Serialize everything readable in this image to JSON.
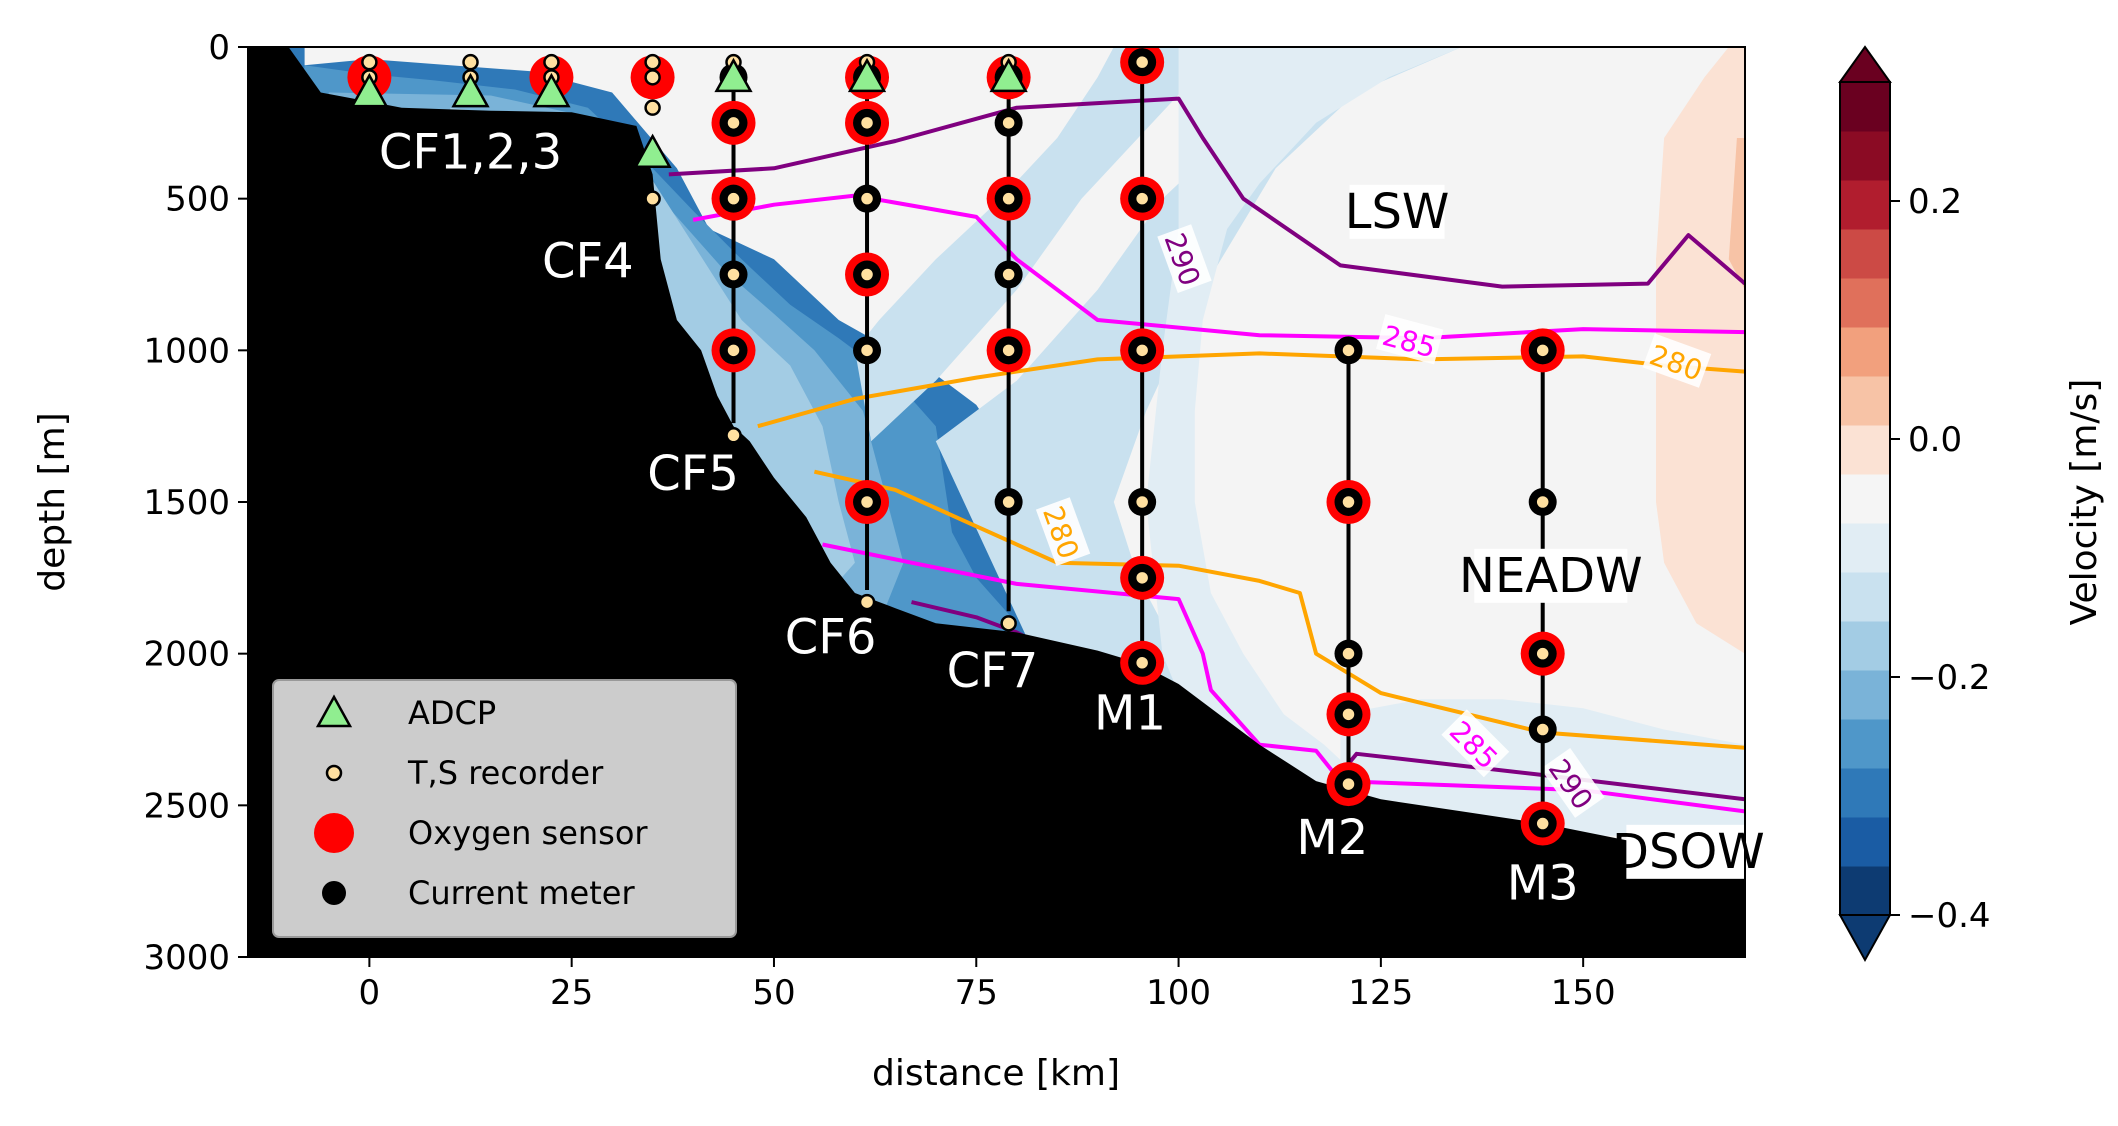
{
  "chart_data": {
    "type": "contour",
    "xlabel": "distance [km]",
    "ylabel": "depth [m]",
    "xlim": [
      -15,
      170
    ],
    "ylim": [
      3000,
      0
    ],
    "xticks": [
      0,
      25,
      50,
      75,
      100,
      125,
      150
    ],
    "yticks": [
      0,
      500,
      1000,
      1500,
      2000,
      2500,
      3000
    ],
    "colorbar": {
      "label": "Velocity [m/s]",
      "ticks": [
        0.2,
        0.0,
        -0.2,
        -0.4
      ],
      "tick_labels": [
        "0.2",
        "0.0",
        "−0.2",
        "−0.4"
      ],
      "range": [
        -0.4,
        0.3
      ],
      "colormap": "RdBu_r",
      "colors": [
        "#0d3b72",
        "#1a5ca4",
        "#2f79b8",
        "#4f97c9",
        "#7ab3d8",
        "#a3cce4",
        "#c9e1ef",
        "#e1edf4",
        "#f5f5f5",
        "#fbe2d4",
        "#f7c3a6",
        "#f2a07d",
        "#e0705b",
        "#cc4a45",
        "#b11d2e",
        "#8b0b24",
        "#6a0020"
      ]
    },
    "bathymetry": [
      [
        -15,
        0
      ],
      [
        -15,
        0
      ],
      [
        -10,
        0
      ],
      [
        -6,
        150
      ],
      [
        4,
        200
      ],
      [
        15,
        210
      ],
      [
        25,
        215
      ],
      [
        33,
        260
      ],
      [
        35,
        420
      ],
      [
        36,
        700
      ],
      [
        38,
        900
      ],
      [
        41,
        1000
      ],
      [
        43,
        1150
      ],
      [
        45,
        1250
      ],
      [
        47,
        1300
      ],
      [
        50,
        1420
      ],
      [
        54,
        1550
      ],
      [
        57,
        1700
      ],
      [
        60,
        1800
      ],
      [
        65,
        1850
      ],
      [
        70,
        1900
      ],
      [
        80,
        1930
      ],
      [
        90,
        1990
      ],
      [
        95,
        2030
      ],
      [
        100,
        2100
      ],
      [
        110,
        2300
      ],
      [
        117,
        2420
      ],
      [
        125,
        2480
      ],
      [
        135,
        2520
      ],
      [
        145,
        2560
      ],
      [
        160,
        2640
      ],
      [
        170,
        2650
      ]
    ],
    "isopycnals": [
      {
        "label": "290",
        "color": "#800080",
        "points": [
          [
            37,
            420
          ],
          [
            50,
            400
          ],
          [
            65,
            310
          ],
          [
            80,
            200
          ],
          [
            100,
            170
          ],
          [
            103,
            300
          ],
          [
            108,
            500
          ],
          [
            120,
            720
          ],
          [
            140,
            790
          ],
          [
            158,
            780
          ],
          [
            163,
            620
          ],
          [
            170,
            780
          ]
        ]
      },
      {
        "label": "285",
        "color": "#ff00ff",
        "points": [
          [
            40,
            570
          ],
          [
            50,
            520
          ],
          [
            60,
            490
          ],
          [
            75,
            560
          ],
          [
            80,
            700
          ],
          [
            90,
            900
          ],
          [
            110,
            950
          ],
          [
            130,
            960
          ],
          [
            150,
            930
          ],
          [
            170,
            940
          ]
        ]
      },
      {
        "label": "280",
        "color": "#ffa500",
        "points": [
          [
            48,
            1250
          ],
          [
            60,
            1160
          ],
          [
            75,
            1090
          ],
          [
            90,
            1030
          ],
          [
            110,
            1010
          ],
          [
            130,
            1030
          ],
          [
            150,
            1020
          ],
          [
            160,
            1050
          ],
          [
            170,
            1070
          ]
        ]
      },
      {
        "label": "280",
        "color": "#ffa500",
        "points": [
          [
            55,
            1400
          ],
          [
            65,
            1460
          ],
          [
            75,
            1580
          ],
          [
            85,
            1700
          ],
          [
            100,
            1710
          ],
          [
            110,
            1760
          ],
          [
            115,
            1800
          ],
          [
            117,
            2000
          ],
          [
            125,
            2130
          ],
          [
            145,
            2260
          ],
          [
            160,
            2290
          ],
          [
            170,
            2310
          ]
        ]
      },
      {
        "label": "285",
        "color": "#ff00ff",
        "points": [
          [
            56,
            1640
          ],
          [
            67,
            1700
          ],
          [
            80,
            1770
          ],
          [
            100,
            1820
          ],
          [
            103,
            2000
          ],
          [
            104,
            2120
          ],
          [
            110,
            2300
          ],
          [
            117,
            2320
          ],
          [
            120,
            2420
          ],
          [
            150,
            2450
          ],
          [
            170,
            2520
          ]
        ]
      },
      {
        "label": "290",
        "color": "#800080",
        "points": [
          [
            67,
            1830
          ],
          [
            75,
            1880
          ],
          [
            80,
            1930
          ],
          [
            118,
            2460
          ],
          [
            122,
            2330
          ],
          [
            145,
            2400
          ],
          [
            170,
            2480
          ]
        ]
      }
    ],
    "moorings": [
      {
        "name": "CF1,2,3",
        "x": [
          0,
          12.5,
          22.5
        ],
        "bottom": 210
      },
      {
        "name": "CF4",
        "x": [
          35
        ],
        "bottom": 500
      },
      {
        "name": "CF5",
        "x": [
          45
        ],
        "bottom": 1280
      },
      {
        "name": "CF6",
        "x": [
          61.5
        ],
        "bottom": 1830
      },
      {
        "name": "CF7",
        "x": [
          79
        ],
        "bottom": 1900
      },
      {
        "name": "M1",
        "x": [
          95.5
        ],
        "bottom": 2040
      },
      {
        "name": "M2",
        "x": [
          121
        ],
        "bottom": 2430
      },
      {
        "name": "M3",
        "x": [
          145
        ],
        "bottom": 2560
      }
    ],
    "instruments": {
      "adcp": [
        [
          0,
          150
        ],
        [
          12.5,
          150
        ],
        [
          22.5,
          150
        ],
        [
          35,
          350
        ],
        [
          45,
          100
        ],
        [
          61.5,
          100
        ],
        [
          79,
          100
        ]
      ],
      "ts_recorder": [
        [
          0,
          50
        ],
        [
          0,
          100
        ],
        [
          12.5,
          50
        ],
        [
          12.5,
          100
        ],
        [
          22.5,
          50
        ],
        [
          22.5,
          100
        ],
        [
          35,
          50
        ],
        [
          35,
          100
        ],
        [
          35,
          200
        ],
        [
          35,
          500
        ],
        [
          45,
          50
        ],
        [
          45,
          250
        ],
        [
          45,
          500
        ],
        [
          45,
          750
        ],
        [
          45,
          1000
        ],
        [
          45,
          1280
        ],
        [
          61.5,
          50
        ],
        [
          61.5,
          250
        ],
        [
          61.5,
          500
        ],
        [
          61.5,
          750
        ],
        [
          61.5,
          1000
        ],
        [
          61.5,
          1500
        ],
        [
          61.5,
          1830
        ],
        [
          79,
          50
        ],
        [
          79,
          250
        ],
        [
          79,
          500
        ],
        [
          79,
          750
        ],
        [
          79,
          1000
        ],
        [
          79,
          1500
        ],
        [
          79,
          1900
        ],
        [
          95.5,
          50
        ],
        [
          95.5,
          500
        ],
        [
          95.5,
          1000
        ],
        [
          95.5,
          1500
        ],
        [
          95.5,
          1750
        ],
        [
          95.5,
          2030
        ],
        [
          121,
          1000
        ],
        [
          121,
          1500
        ],
        [
          121,
          2000
        ],
        [
          121,
          2200
        ],
        [
          121,
          2430
        ],
        [
          145,
          1000
        ],
        [
          145,
          1500
        ],
        [
          145,
          2000
        ],
        [
          145,
          2250
        ],
        [
          145,
          2560
        ]
      ],
      "oxygen_sensor": [
        [
          0,
          100
        ],
        [
          22.5,
          100
        ],
        [
          35,
          100
        ],
        [
          45,
          250
        ],
        [
          45,
          500
        ],
        [
          45,
          1000
        ],
        [
          61.5,
          100
        ],
        [
          61.5,
          250
        ],
        [
          61.5,
          750
        ],
        [
          61.5,
          1500
        ],
        [
          79,
          100
        ],
        [
          79,
          500
        ],
        [
          79,
          1000
        ],
        [
          95.5,
          50
        ],
        [
          95.5,
          500
        ],
        [
          95.5,
          1000
        ],
        [
          95.5,
          1750
        ],
        [
          95.5,
          2030
        ],
        [
          121,
          1500
        ],
        [
          121,
          2200
        ],
        [
          121,
          2430
        ],
        [
          145,
          1000
        ],
        [
          145,
          2000
        ],
        [
          145,
          2560
        ]
      ],
      "current_meter": [
        [
          45,
          100
        ],
        [
          45,
          250
        ],
        [
          45,
          500
        ],
        [
          45,
          750
        ],
        [
          45,
          1000
        ],
        [
          61.5,
          100
        ],
        [
          61.5,
          250
        ],
        [
          61.5,
          500
        ],
        [
          61.5,
          750
        ],
        [
          61.5,
          1000
        ],
        [
          61.5,
          1500
        ],
        [
          79,
          100
        ],
        [
          79,
          250
        ],
        [
          79,
          500
        ],
        [
          79,
          750
        ],
        [
          79,
          1000
        ],
        [
          79,
          1500
        ],
        [
          95.5,
          50
        ],
        [
          95.5,
          500
        ],
        [
          95.5,
          1000
        ],
        [
          95.5,
          1500
        ],
        [
          95.5,
          1750
        ],
        [
          95.5,
          2030
        ],
        [
          121,
          1000
        ],
        [
          121,
          1500
        ],
        [
          121,
          2000
        ],
        [
          121,
          2200
        ],
        [
          121,
          2430
        ],
        [
          145,
          1000
        ],
        [
          145,
          1500
        ],
        [
          145,
          2000
        ],
        [
          145,
          2250
        ],
        [
          145,
          2560
        ]
      ]
    },
    "water_masses": [
      {
        "name": "LSW",
        "x": 127,
        "y": 540
      },
      {
        "name": "NEADW",
        "x": 146,
        "y": 1740
      },
      {
        "name": "DSOW",
        "x": 163,
        "y": 2650
      }
    ],
    "legend": {
      "placement": "lower-left",
      "entries": [
        {
          "label": "ADCP",
          "marker": "triangle",
          "color": "#90ee90"
        },
        {
          "label": "T,S recorder",
          "marker": "small-circle",
          "color": "#ffe0a0"
        },
        {
          "label": "Oxygen sensor",
          "marker": "large-circle",
          "color": "#ff0000"
        },
        {
          "label": "Current meter",
          "marker": "circle",
          "color": "#000000"
        }
      ]
    }
  }
}
